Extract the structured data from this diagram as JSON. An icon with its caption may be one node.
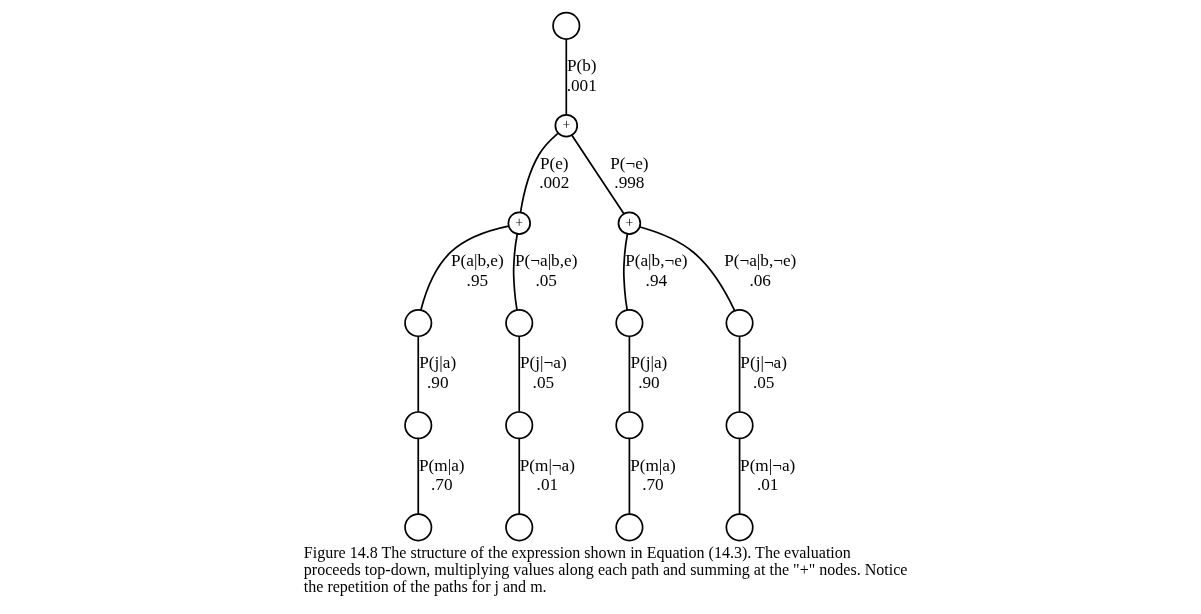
{
  "diagram": {
    "caption": "Figure 14.8 The structure of the expression shown in Equation (14.3). The evaluation proceeds top-down, multiplying values along each path and summing at the \"+\" nodes. Notice the repetition of the paths for j and m.",
    "nodes": [
      {
        "text": [],
        "shape": "circle"
      },
      {
        "text": [
          "+"
        ]
      },
      {
        "text": [
          "+"
        ]
      },
      {
        "text": [
          "+"
        ]
      },
      {
        "text": [],
        "shape": "circle"
      },
      {
        "text": [],
        "shape": "circle"
      },
      {
        "text": [],
        "shape": "circle"
      },
      {
        "text": [],
        "shape": "circle"
      },
      {
        "text": [],
        "shape": "circle"
      },
      {
        "text": [],
        "shape": "circle"
      },
      {
        "text": [],
        "shape": "circle"
      },
      {
        "text": [],
        "shape": "circle"
      },
      {
        "text": [],
        "shape": "circle"
      },
      {
        "text": [],
        "shape": "circle"
      },
      {
        "text": [],
        "shape": "circle"
      },
      {
        "text": [],
        "shape": "circle"
      }
    ],
    "edges": [
      {
        "from": 0,
        "to": 1,
        "arrow": "none",
        "label": "P(b) .001"
      },
      {
        "from": 1,
        "to": 2,
        "arrow": "none",
        "label": "P(e) .002"
      },
      {
        "from": 1,
        "to": 3,
        "arrow": "none",
        "label": "P(¬e) .998"
      },
      {
        "from": 2,
        "to": 4,
        "arrow": "none",
        "label": "P(a|b,e) .95"
      },
      {
        "from": 2,
        "to": 7,
        "arrow": "none",
        "label": "P(¬a|b,e) .05"
      },
      {
        "from": 3,
        "to": 10,
        "arrow": "none",
        "label": "P(a|b,¬e) .94"
      },
      {
        "from": 3,
        "to": 13,
        "arrow": "none",
        "label": "P(¬a|b,¬e) .06"
      },
      {
        "from": 4,
        "to": 5,
        "arrow": "none",
        "label": "P(j|a) .90"
      },
      {
        "from": 5,
        "to": 6,
        "arrow": "none",
        "label": "P(m|a) .70"
      },
      {
        "from": 7,
        "to": 8,
        "arrow": "none",
        "label": "P(j|¬a) .05"
      },
      {
        "from": 8,
        "to": 9,
        "arrow": "none",
        "label": "P(m|¬a) .01"
      },
      {
        "from": 10,
        "to": 11,
        "arrow": "none",
        "label": "P(j|a) .90"
      },
      {
        "from": 11,
        "to": 12,
        "arrow": "none",
        "label": "P(m|a) .70"
      },
      {
        "from": 13,
        "to": 14,
        "arrow": "none",
        "label": "P(j|¬a) .05"
      },
      {
        "from": 14,
        "to": 15,
        "arrow": "none",
        "label": "P(m|¬a) .01"
      }
    ]
  }
}
